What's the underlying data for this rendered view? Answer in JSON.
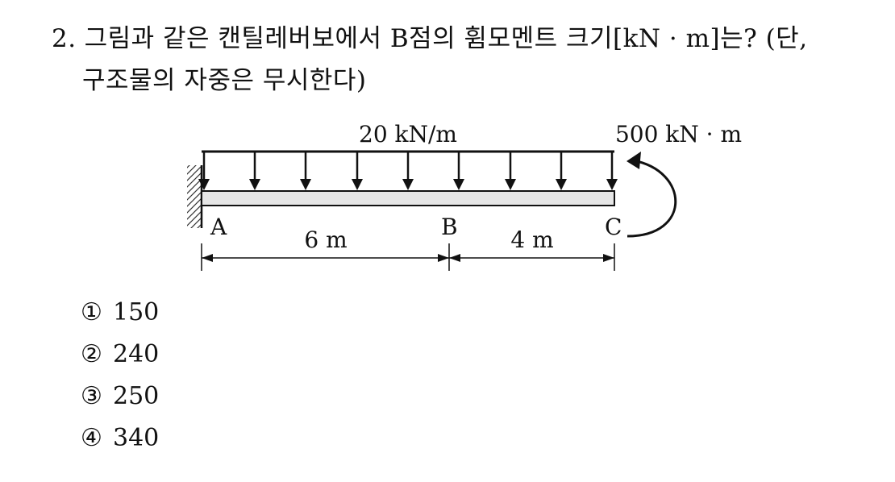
{
  "question": {
    "number": "2.",
    "line1": "그림과 같은 캔틸레버보에서 B점의 휨모멘트 크기[kN · m]는? (단,",
    "line2": "구조물의 자중은 무시한다)"
  },
  "figure": {
    "distributed_load_label": "20 kN/m",
    "moment_label": "500 kN · m",
    "point_a": "A",
    "point_b": "B",
    "point_c": "C",
    "span_ab": "6 m",
    "span_bc": "4 m"
  },
  "options": [
    {
      "marker": "①",
      "value": "150"
    },
    {
      "marker": "②",
      "value": "240"
    },
    {
      "marker": "③",
      "value": "250"
    },
    {
      "marker": "④",
      "value": "340"
    }
  ]
}
